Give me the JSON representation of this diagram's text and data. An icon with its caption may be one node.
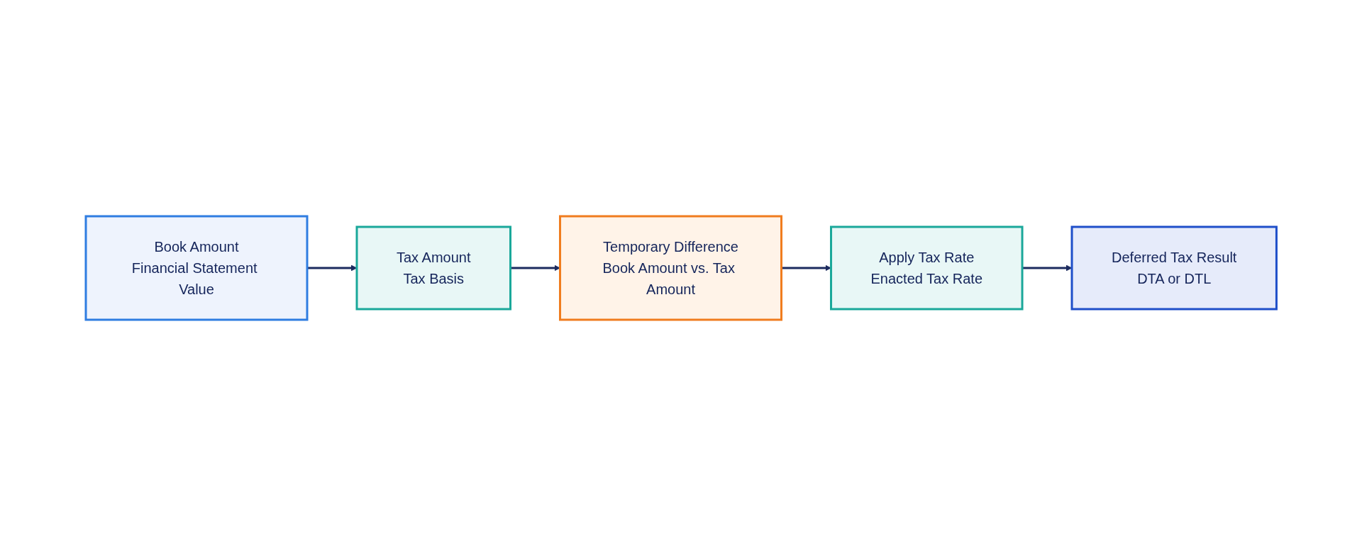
{
  "diagram": {
    "nodes": [
      {
        "text": [
          "Book Amount",
          "Financial Statement Value"
        ]
      },
      {
        "text": [
          "Tax Amount",
          "Tax Basis"
        ]
      },
      {
        "text": [
          "Temporary Difference",
          "Book Amount vs. Tax Amount"
        ]
      },
      {
        "text": [
          "Apply Tax Rate",
          "Enacted Tax Rate"
        ]
      },
      {
        "text": [
          "Deferred Tax Result",
          "DTA or DTL"
        ]
      }
    ],
    "edges": [
      {
        "from": 0,
        "to": 1,
        "arrow": "to"
      },
      {
        "from": 1,
        "to": 2,
        "arrow": "to"
      },
      {
        "from": 2,
        "to": 3,
        "arrow": "to"
      },
      {
        "from": 3,
        "to": 4,
        "arrow": "to"
      }
    ]
  }
}
